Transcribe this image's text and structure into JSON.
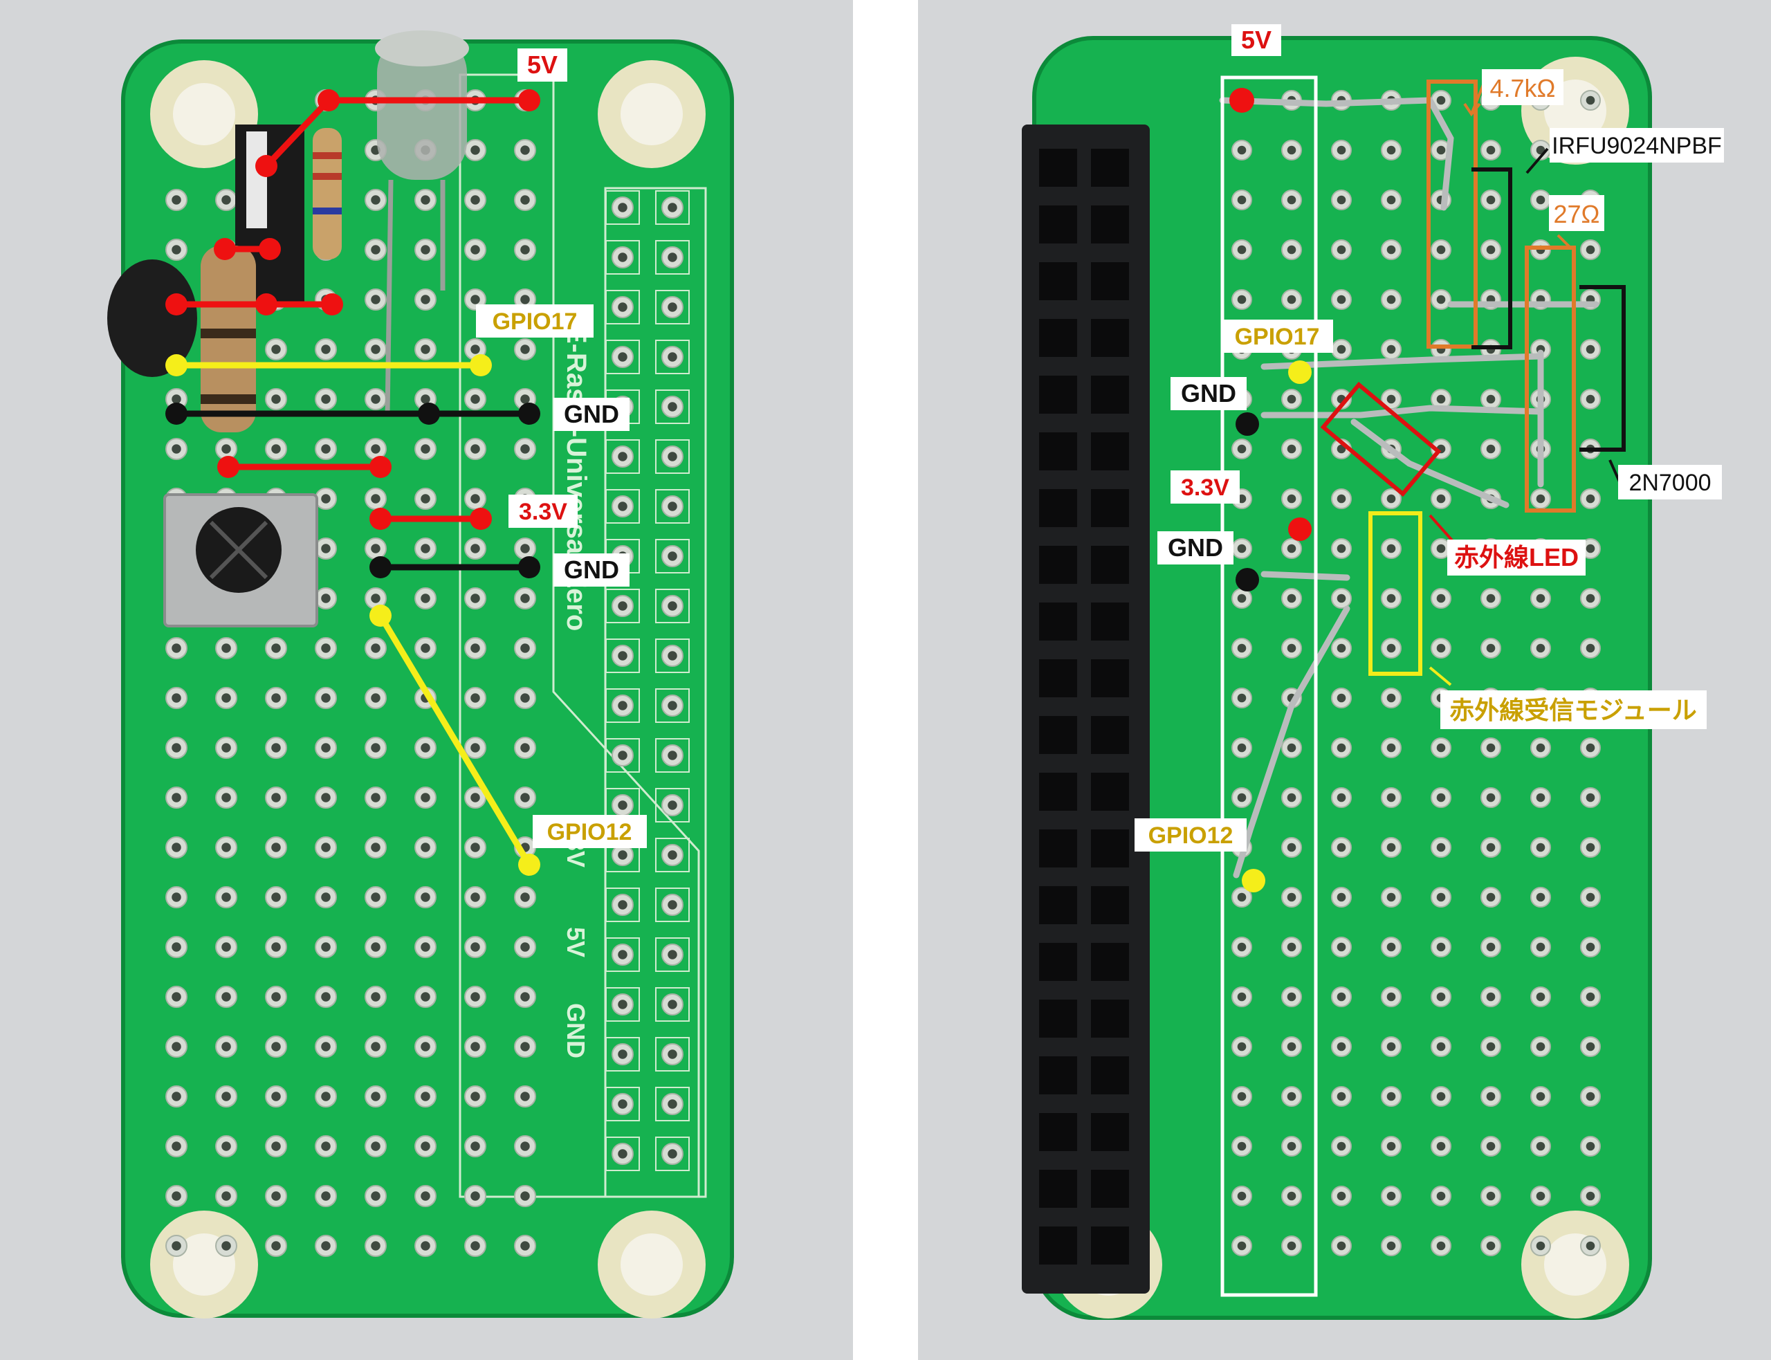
{
  "left_photo": {
    "labels": {
      "v5": "5V",
      "gpio17": "GPIO17",
      "gnd_a": "GND",
      "v33": "3.3V",
      "gnd_b": "GND",
      "gpio12": "GPIO12"
    },
    "silkscreen": {
      "board_name": "E-Raspi-Universal-Zero",
      "v3": "3V",
      "v5": "5V",
      "gnd": "GND"
    },
    "wire_colors": {
      "power": "#ee1111",
      "signal": "#f5ee1a",
      "ground": "#111111"
    }
  },
  "right_photo": {
    "labels": {
      "v5": "5V",
      "res_4k7": "4.7kΩ",
      "mosfet_p": "IRFU9024NPBF",
      "res_27": "27Ω",
      "gpio17": "GPIO17",
      "gnd_a": "GND",
      "v33": "3.3V",
      "transistor": "2N7000",
      "ir_led": "赤外線LED",
      "gnd_b": "GND",
      "ir_receiver": "赤外線受信モジュール",
      "gpio12": "GPIO12"
    },
    "label_colors": {
      "red": "#dd1111",
      "orange": "#e07a2a",
      "gold": "#c9a000",
      "yellow": "#f2ec1a",
      "black": "#111111"
    }
  }
}
